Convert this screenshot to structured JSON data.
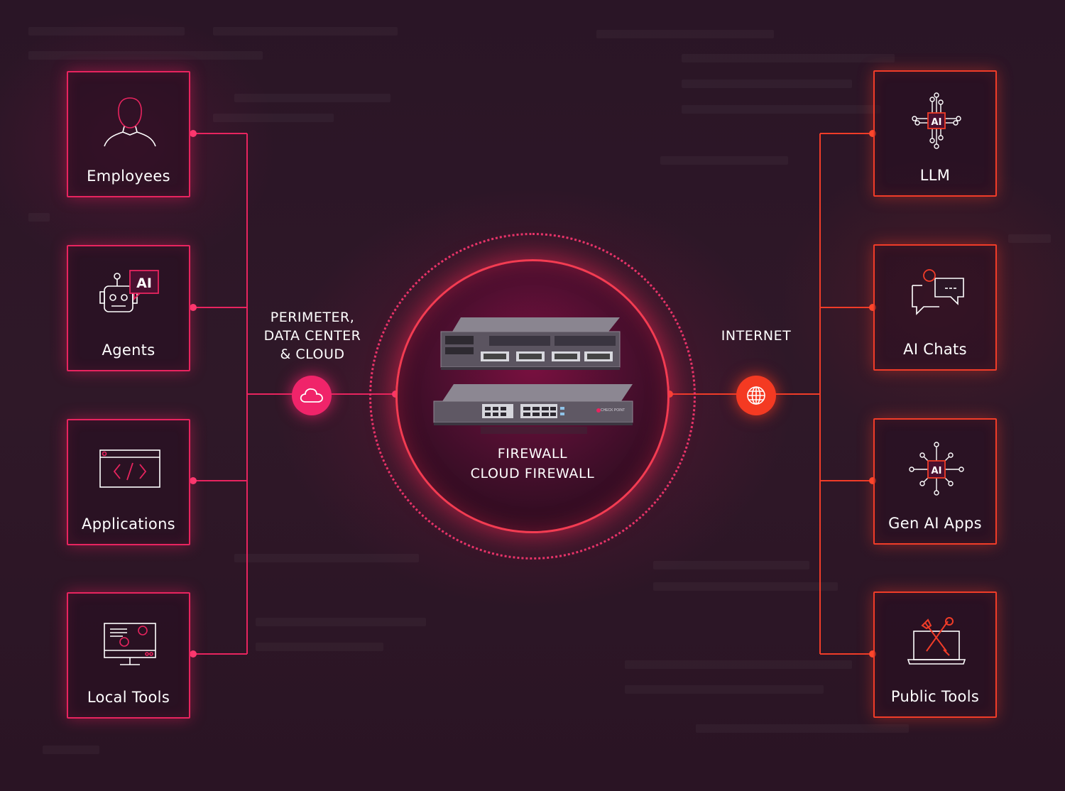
{
  "left_items": [
    {
      "label": "Employees",
      "icon": "person-icon"
    },
    {
      "label": "Agents",
      "icon": "ai-agent-icon",
      "badge": "AI"
    },
    {
      "label": "Applications",
      "icon": "code-window-icon"
    },
    {
      "label": "Local Tools",
      "icon": "monitor-tools-icon"
    }
  ],
  "right_items": [
    {
      "label": "LLM",
      "icon": "ai-chip-icon",
      "badge": "AI"
    },
    {
      "label": "AI Chats",
      "icon": "chat-bubbles-icon"
    },
    {
      "label": "Gen AI Apps",
      "icon": "ai-chip-icon",
      "badge": "AI"
    },
    {
      "label": "Public Tools",
      "icon": "laptop-tools-icon"
    }
  ],
  "left_caption": {
    "line1": "PERIMETER,",
    "line2": "DATA CENTER",
    "line3": "& CLOUD"
  },
  "right_caption": {
    "line1": "INTERNET"
  },
  "hub": {
    "line1": "FIREWALL",
    "line2": "CLOUD FIREWALL",
    "device_brand": "CHECK POINT"
  },
  "colors": {
    "left_accent": "#e8245f",
    "right_accent": "#f03c28",
    "background": "#2b1626"
  }
}
